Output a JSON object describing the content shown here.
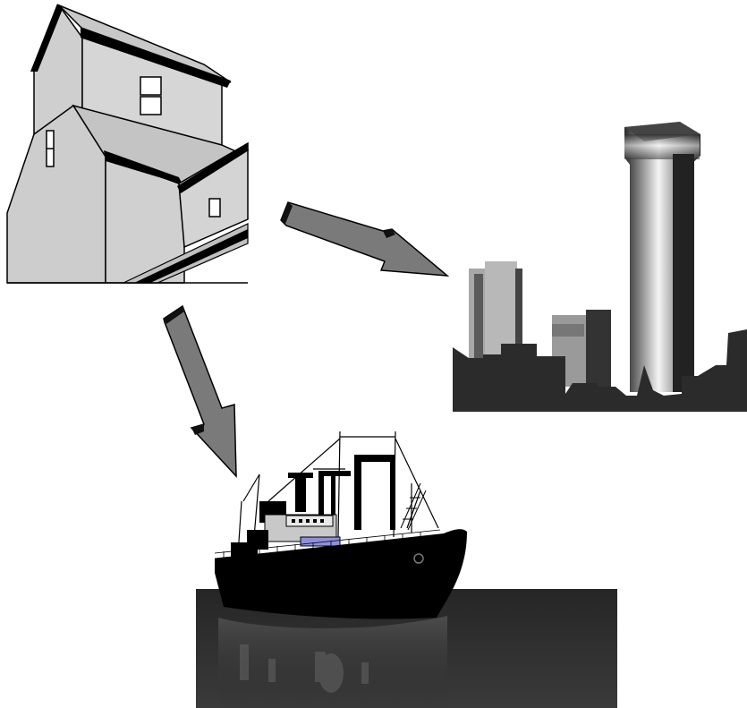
{
  "scene": {
    "elements": [
      "grain-elevator",
      "city-skyline",
      "cargo-ship"
    ],
    "arrows": [
      {
        "from": "grain-elevator",
        "to": "city-skyline"
      },
      {
        "from": "grain-elevator",
        "to": "cargo-ship"
      }
    ],
    "colors": {
      "building_fill": "#d2d2d2",
      "outline": "#000000",
      "arrow_fill": "#7a7a7a",
      "skyline_dark": "#2b2b2b",
      "water": "#2a2a2a",
      "ship_hull": "#000000",
      "ship_accent": "#8f8fe0"
    }
  }
}
